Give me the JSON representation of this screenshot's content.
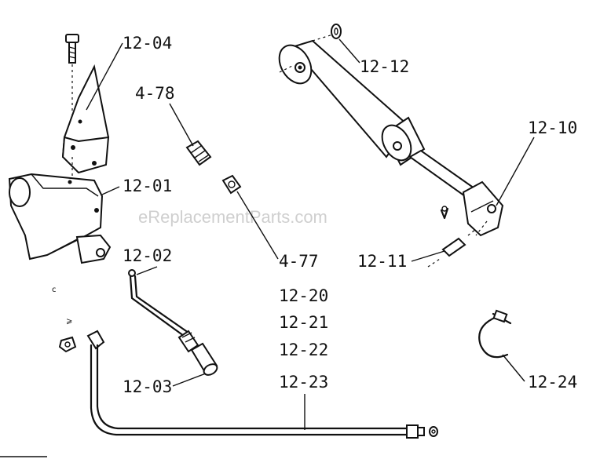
{
  "watermark": "eReplacementParts.com",
  "labels": {
    "p1204": "12-04",
    "p478": "4-78",
    "p1212": "12-12",
    "p1210": "12-10",
    "p1201": "12-01",
    "p477": "4-77",
    "p1211": "12-11",
    "p1202": "12-02",
    "p1220": "12-20",
    "p1221": "12-21",
    "p1222": "12-22",
    "p1223": "12-23",
    "p1203": "12-03",
    "p1224": "12-24"
  }
}
